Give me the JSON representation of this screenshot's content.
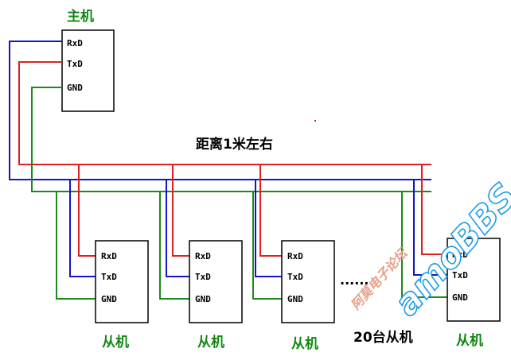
{
  "colors": {
    "rxd_wire": "#1515c8",
    "txd_wire": "#e02020",
    "gnd_wire": "#1a8a1a",
    "label_green": "#118811",
    "box_border": "#000000",
    "watermark_blue": "#1e9be6",
    "watermark_orange": "#e7a08a"
  },
  "host": {
    "title": "主机",
    "pins": [
      "RxD",
      "TxD",
      "GND"
    ]
  },
  "distance_caption": "距离1米左右",
  "slaves": [
    {
      "label": "从机",
      "pins": [
        "RxD",
        "TxD",
        "GND"
      ]
    },
    {
      "label": "从机",
      "pins": [
        "RxD",
        "TxD",
        "GND"
      ]
    },
    {
      "label": "从机",
      "pins": [
        "RxD",
        "TxD",
        "GND"
      ]
    },
    {
      "label": "从机",
      "pins": [
        "RxD",
        "TxD",
        "GND"
      ]
    }
  ],
  "ellipsis": "......",
  "count_caption": "20台从机",
  "watermark": {
    "main": "amoBBS",
    "sub": "阿莫电子论坛"
  }
}
